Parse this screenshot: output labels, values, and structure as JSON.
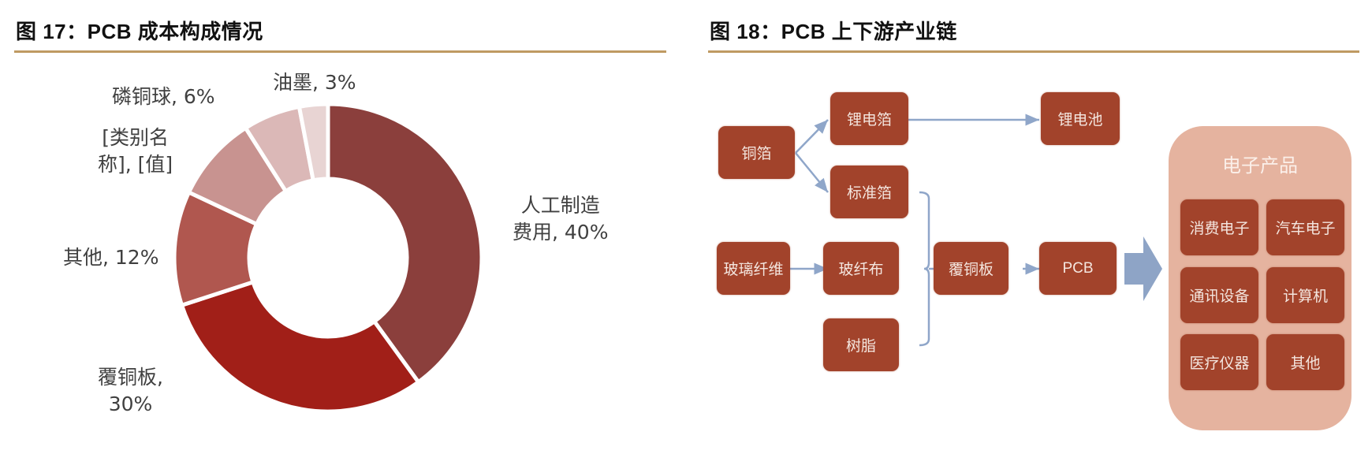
{
  "figure17": {
    "title": "图 17：PCB 成本构成情况",
    "chart_data": {
      "type": "pie",
      "subtype": "donut",
      "title": "PCB 成本构成情况",
      "categories": [
        "人工制造费用",
        "覆铜板",
        "其他",
        "[类别名称]",
        "磷铜球",
        "油墨"
      ],
      "values": [
        40,
        30,
        12,
        9,
        6,
        3
      ],
      "unit": "%",
      "colors": [
        "#8b3f3c",
        "#a11f18",
        "#b0574f",
        "#c89390",
        "#dbb8b7",
        "#e8d4d3"
      ],
      "start_angle": "12 o'clock, clockwise",
      "legend": "none (data labels outside)"
    },
    "labels": {
      "l0_line1": "人工制造",
      "l0_line2": "费用, 40%",
      "l1_line1": "覆铜板,",
      "l1_line2": "30%",
      "l2": "其他, 12%",
      "l3_line1": "[类别名",
      "l3_line2": "称], [值]",
      "l4": "磷铜球, 6%",
      "l5": "油墨, 3%"
    }
  },
  "figure18": {
    "title": "图 18：PCB 上下游产业链",
    "nodes": {
      "copper_foil": "铜箔",
      "li_foil": "锂电箔",
      "li_battery": "锂电池",
      "std_foil": "标准箔",
      "glass_fiber": "玻璃纤维",
      "glass_cloth": "玻纤布",
      "resin": "树脂",
      "ccl": "覆铜板",
      "pcb": "PCB"
    },
    "products": {
      "title": "电子产品",
      "items": [
        "消费电子",
        "汽车电子",
        "通讯设备",
        "计算机",
        "医疗仪器",
        "其他"
      ]
    },
    "colors": {
      "node": "#a2432b",
      "panel": "#e5b39f",
      "arrow": "#8ea4c6",
      "connector": "#8fa6c9"
    }
  }
}
